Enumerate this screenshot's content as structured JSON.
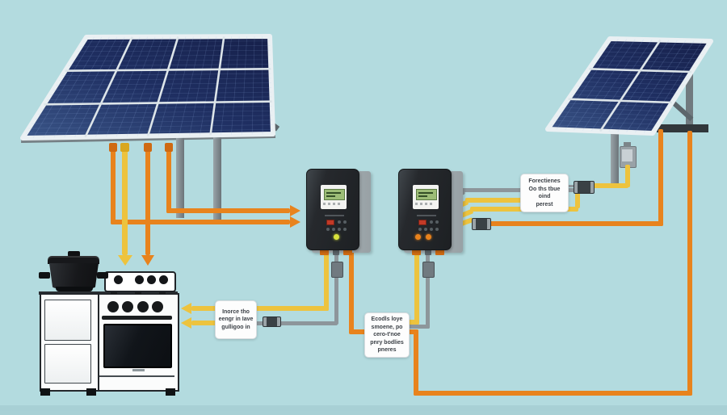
{
  "scene": {
    "title": "Off-grid solar power system diagram with two PV arrays, two charge controllers and an electric stove",
    "background_color": "#b3dbdf",
    "components": [
      "solar-array-left-12-modules",
      "solar-array-right-6-modules",
      "charge-controller-1",
      "charge-controller-2",
      "stove-with-pot",
      "portable-cooktop",
      "junction-box-right-panel"
    ],
    "annotations": {
      "right_panel_note": "Forectienes\nOo ths tbue\noind\nperest",
      "stove_note": "Inorce tho\neengr in Iave\ngulligoo in",
      "controller_note": "Ecodls loye\nsmoene, po\ncero-t'noe\npnry bodlies\npneres"
    },
    "colors": {
      "wire_orange": "#e8831d",
      "wire_yellow": "#edc33e",
      "wire_gray": "#8d969b",
      "panel_cell_blue": "#1d2c5e",
      "panel_frame": "#eaf0f3",
      "controller_body": "#26292d",
      "led_green": "#d8e23c",
      "led_orange": "#e8821c",
      "appliance_white": "#fbfcfc"
    },
    "counts": {
      "left_array_modules": 12,
      "right_array_modules": 6,
      "charge_controllers": 2,
      "note_boxes": 3
    }
  }
}
